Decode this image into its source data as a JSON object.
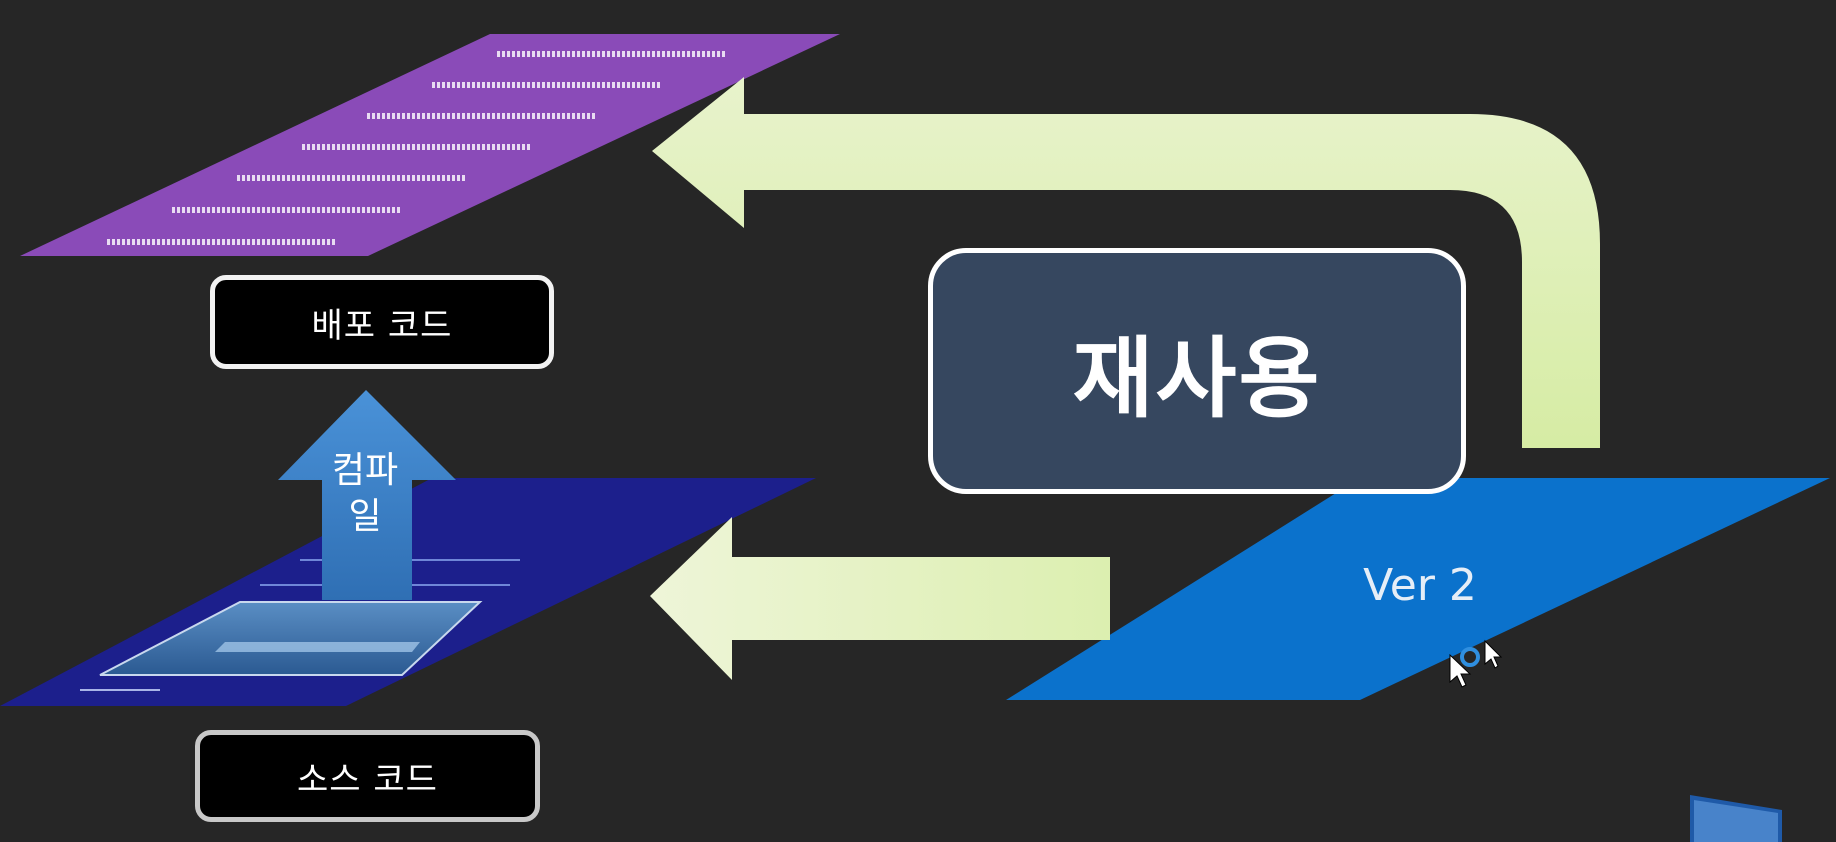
{
  "deploy_code_label": "배포 코드",
  "source_code_label": "소스 코드",
  "compile_label": "컴파일",
  "reuse_label": "재사용",
  "version_label": "Ver 2",
  "colors": {
    "background": "#262626",
    "deploy_layer": "#8a4bb8",
    "source_layer": "#1c1f8c",
    "version_layer": "#0b72cc",
    "arrow_green": "#e6f2c8",
    "compile_arrow": "#3f86d0",
    "reuse_box_fill": "#36475f"
  }
}
